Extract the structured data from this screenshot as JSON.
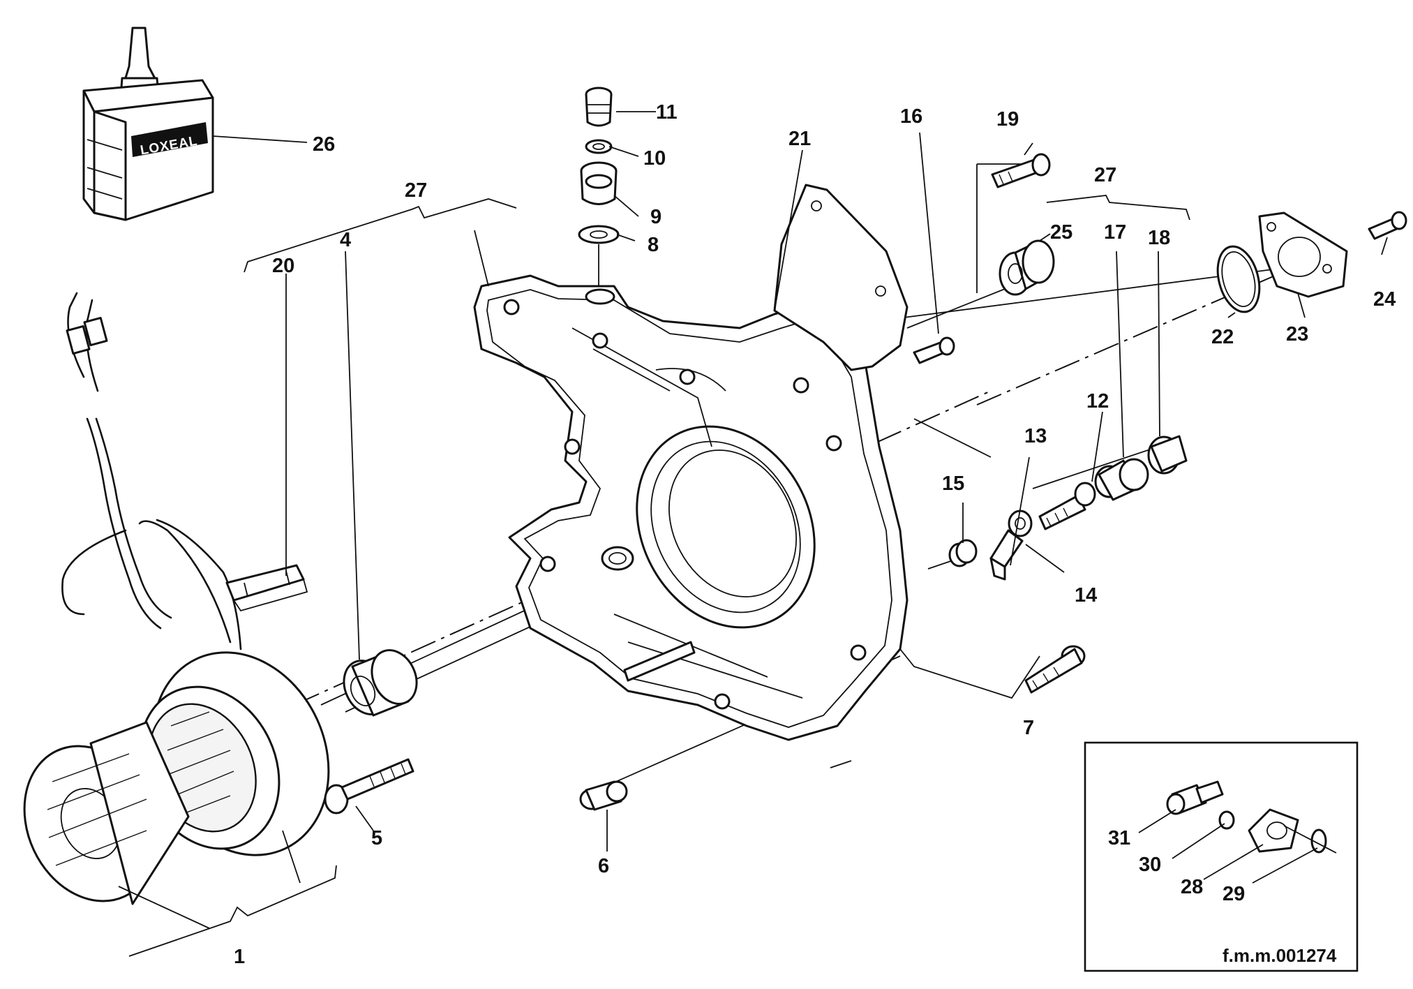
{
  "product_label": "LOXEAL",
  "figure_code": "f.m.m.001274",
  "callouts": {
    "c1": "1",
    "c4": "4",
    "c5": "5",
    "c6": "6",
    "c7": "7",
    "c8": "8",
    "c9": "9",
    "c10": "10",
    "c11": "11",
    "c12": "12",
    "c13": "13",
    "c14": "14",
    "c15": "15",
    "c16": "16",
    "c17": "17",
    "c18": "18",
    "c19": "19",
    "c20": "20",
    "c21": "21",
    "c22": "22",
    "c23": "23",
    "c24": "24",
    "c25": "25",
    "c26": "26",
    "c27a": "27",
    "c27b": "27",
    "c28": "28",
    "c29": "29",
    "c30": "30",
    "c31": "31"
  }
}
